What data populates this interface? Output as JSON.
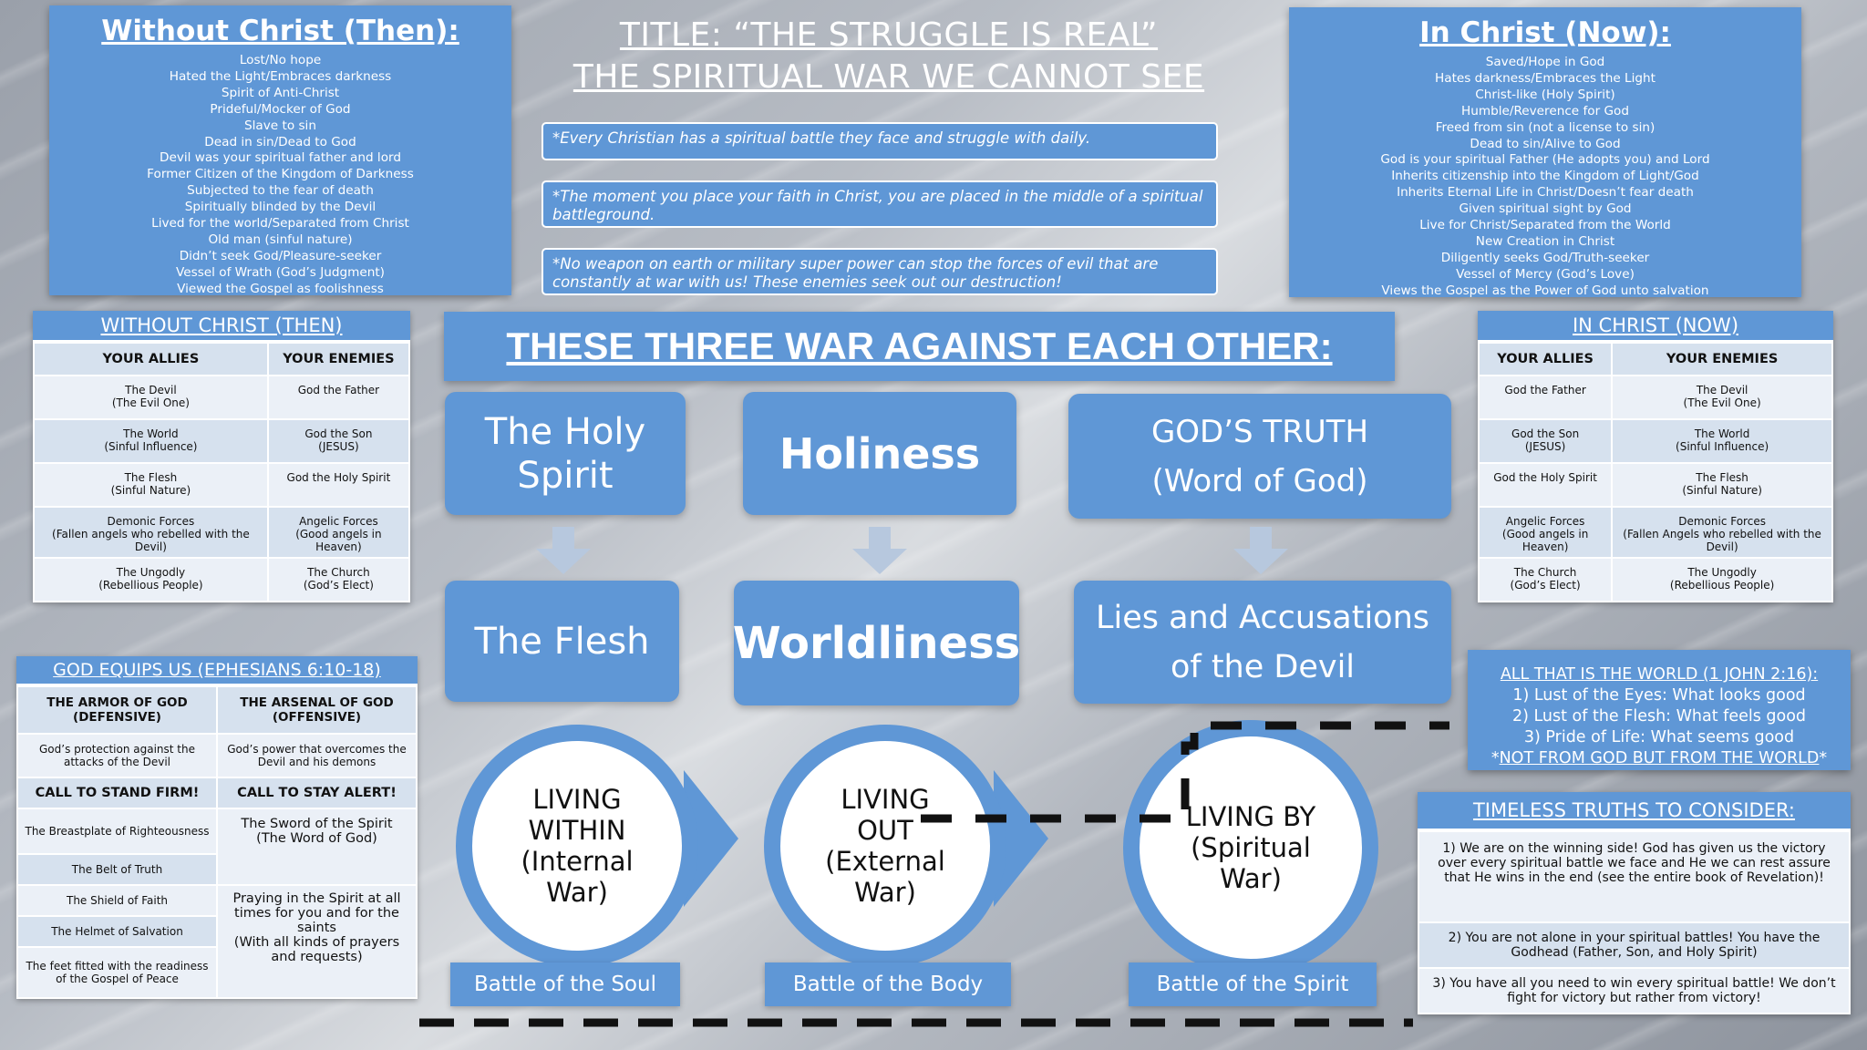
{
  "without_then": {
    "heading": "Without Christ (Then):",
    "lines": [
      "Lost/No hope",
      "Hated the Light/Embraces darkness",
      "Spirit of Anti-Christ",
      "Prideful/Mocker of God",
      "Slave to sin",
      "Dead in sin/Dead to God",
      "Devil was your spiritual father and lord",
      "Former Citizen of the Kingdom of Darkness",
      "Subjected to the fear of death",
      "Spiritually blinded by the Devil",
      "Lived for the world/Separated from Christ",
      "Old man (sinful nature)",
      "Didn’t seek God/Pleasure-seeker",
      "Vessel of Wrath (God’s Judgment)",
      "Viewed the Gospel as foolishness"
    ]
  },
  "in_now": {
    "heading": "In Christ (Now):",
    "lines": [
      "Saved/Hope in God",
      "Hates darkness/Embraces the Light",
      "Christ-like (Holy Spirit)",
      "Humble/Reverence for God",
      "Freed from sin (not a license to sin)",
      "Dead to sin/Alive to God",
      "God is your spiritual Father (He adopts you) and Lord",
      "Inherits citizenship into the Kingdom of Light/God",
      "Inherits Eternal Life in Christ/Doesn’t fear death",
      "Given spiritual sight by God",
      "Live for Christ/Separated from the World",
      "New Creation in Christ",
      "Diligently seeks God/Truth-seeker",
      "Vessel of Mercy (God’s Love)",
      "Views the Gospel as the Power of God unto salvation"
    ]
  },
  "title": {
    "line1": "TITLE: “THE STRUGGLE IS REAL”",
    "line2": "THE SPIRITUAL WAR WE CANNOT SEE"
  },
  "notes": [
    "*Every Christian has a spiritual battle they face and struggle with daily.",
    "*The moment you place your faith in Christ, you are placed in the middle of a spiritual battleground.",
    "*No weapon on earth or military super power can stop the forces of evil that are constantly at war with us! These enemies seek out our destruction!"
  ],
  "table_then": {
    "heading": "WITHOUT CHRIST (THEN)",
    "col1": "YOUR ALLIES",
    "col2": "YOUR ENEMIES",
    "rows": [
      [
        "The Devil\n(The Evil One)",
        "God the Father"
      ],
      [
        "The World\n(Sinful Influence)",
        "God the Son\n(JESUS)"
      ],
      [
        "The Flesh\n(Sinful Nature)",
        "God the Holy Spirit"
      ],
      [
        "Demonic Forces\n(Fallen angels who rebelled with the Devil)",
        "Angelic Forces\n(Good angels in Heaven)"
      ],
      [
        "The Ungodly\n(Rebellious People)",
        "The Church\n(God’s Elect)"
      ]
    ]
  },
  "table_now": {
    "heading": "IN CHRIST (NOW)",
    "col1": "YOUR ALLIES",
    "col2": "YOUR ENEMIES",
    "rows": [
      [
        "God the Father",
        "The Devil\n(The Evil One)"
      ],
      [
        "God the Son\n(JESUS)",
        "The World\n(Sinful Influence)"
      ],
      [
        "God the Holy Spirit",
        "The Flesh\n(Sinful Nature)"
      ],
      [
        "Angelic Forces\n(Good angels in Heaven)",
        "Demonic Forces\n(Fallen Angels who rebelled with the Devil)"
      ],
      [
        "The Church\n(God’s Elect)",
        "The Ungodly\n(Rebellious People)"
      ]
    ]
  },
  "equips": {
    "heading": "GOD EQUIPS US (EPHESIANS 6:10-18)",
    "col1": "THE ARMOR OF GOD\n(DEFENSIVE)",
    "col2": "THE ARSENAL OF GOD\n(OFFENSIVE)",
    "desc1": "God’s protection against the attacks of the Devil",
    "desc2": "God’s power that overcomes the Devil and his demons",
    "call1": "CALL TO STAND FIRM!",
    "call2": "CALL TO STAY ALERT!",
    "armor": [
      "The Breastplate of Righteousness",
      "The Belt of Truth",
      "The Shield of Faith",
      "The Helmet of Salvation",
      "The feet fitted with the readiness of the Gospel of Peace"
    ],
    "sword": "The Sword of the Spirit\n(The Word of God)",
    "praying": "Praying in the Spirit at all times for you and for the saints\n(With all kinds of prayers and requests)"
  },
  "center_heading": "THESE THREE WAR AGAINST EACH OTHER:",
  "top_cards": [
    "The Holy Spirit",
    "Holiness",
    "GOD’S TRUTH\n(Word of God)"
  ],
  "bottom_cards": [
    "The Flesh",
    "Worldliness",
    "Lies and Accusations\nof the Devil"
  ],
  "circles": [
    "LIVING\nWITHIN\n(Internal\nWar)",
    "LIVING\nOUT\n(External\nWar)",
    "LIVING BY\n(Spiritual\nWar)"
  ],
  "battles": [
    "Battle of the Soul",
    "Battle of the Body",
    "Battle of the Spirit"
  ],
  "world": {
    "heading": "ALL THAT IS THE WORLD (1 JOHN 2:16):",
    "lines": [
      "1) Lust of the Eyes: What looks good",
      "2) Lust of the Flesh: What feels good",
      "3) Pride of Life: What seems good"
    ],
    "footer_prefix": "*",
    "footer_link": "NOT FROM GOD BUT FROM THE WORLD",
    "footer_suffix": "*"
  },
  "truths": {
    "heading": "TIMELESS TRUTHS TO CONSIDER:",
    "items": [
      "1) We are on the winning side! God has given us the victory over every spiritual battle we face and He we can rest assure that He wins in the end (see the entire book of Revelation)!",
      "2) You are not alone in your spiritual battles! You have the Godhead (Father, Son, and Holy Spirit)",
      "3) You have all you need to win every spiritual battle! We don’t fight for victory but rather from victory!"
    ]
  },
  "colors": {
    "accent": "#5f97d6",
    "light_cell": "#d6e1ee"
  }
}
